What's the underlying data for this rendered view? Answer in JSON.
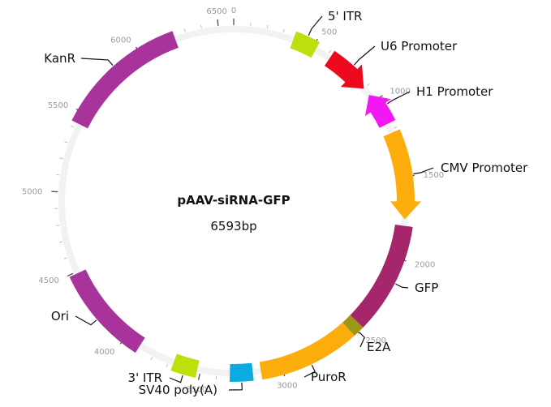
{
  "plasmid": {
    "name": "pAAV-siRNA-GFP",
    "size_label": "6593bp",
    "total_bp": 6593,
    "backbone_color": "#f2f2f4"
  },
  "ticks": {
    "labels": [
      {
        "bp": 0,
        "text": "0"
      },
      {
        "bp": 500,
        "text": "500"
      },
      {
        "bp": 1000,
        "text": "1000"
      },
      {
        "bp": 1500,
        "text": "1500"
      },
      {
        "bp": 2000,
        "text": "2000"
      },
      {
        "bp": 2500,
        "text": "2500"
      },
      {
        "bp": 3000,
        "text": "3000"
      },
      {
        "bp": 3500,
        "text": "3500"
      },
      {
        "bp": 4000,
        "text": "4000"
      },
      {
        "bp": 4500,
        "text": "4500"
      },
      {
        "bp": 5000,
        "text": "5000"
      },
      {
        "bp": 5500,
        "text": "5500"
      },
      {
        "bp": 6000,
        "text": "6000"
      },
      {
        "bp": 6500,
        "text": "6500"
      }
    ]
  },
  "features": [
    {
      "id": "5-itr",
      "label": "5' ITR",
      "start": 370,
      "end": 520,
      "color": "#bedf0c",
      "arrow": false
    },
    {
      "id": "u6-promoter",
      "label": "U6 Promoter",
      "start": 620,
      "end": 900,
      "color": "#ee0a1e",
      "arrow": true
    },
    {
      "id": "h1-promoter",
      "label": "H1 Promoter",
      "start": 950,
      "end": 1160,
      "color": "#f318f3",
      "arrow": true,
      "reverse": true
    },
    {
      "id": "cmv-promoter",
      "label": "CMV Promoter",
      "start": 1220,
      "end": 1760,
      "color": "#fdad0b",
      "arrow": true
    },
    {
      "id": "gfp",
      "label": "GFP",
      "start": 1800,
      "end": 2490,
      "color": "#a5266a",
      "arrow": false
    },
    {
      "id": "e2a",
      "label": "E2A",
      "start": 2460,
      "end": 2530,
      "color": "#9e9617",
      "arrow": false
    },
    {
      "id": "puror",
      "label": "PuroR",
      "start": 2530,
      "end": 3130,
      "color": "#fdad0b",
      "arrow": false
    },
    {
      "id": "sv40-polya",
      "label": "SV40 poly(A)",
      "start": 3180,
      "end": 3320,
      "color": "#0dabe3",
      "arrow": false
    },
    {
      "id": "3-itr",
      "label": "3' ITR",
      "start": 3520,
      "end": 3670,
      "color": "#bedf0c",
      "arrow": false
    },
    {
      "id": "ori",
      "label": "Ori",
      "start": 3900,
      "end": 4490,
      "color": "#a8339a",
      "arrow": false
    },
    {
      "id": "kanr",
      "label": "KanR",
      "start": 5430,
      "end": 6230,
      "color": "#a8339a",
      "arrow": false
    }
  ]
}
